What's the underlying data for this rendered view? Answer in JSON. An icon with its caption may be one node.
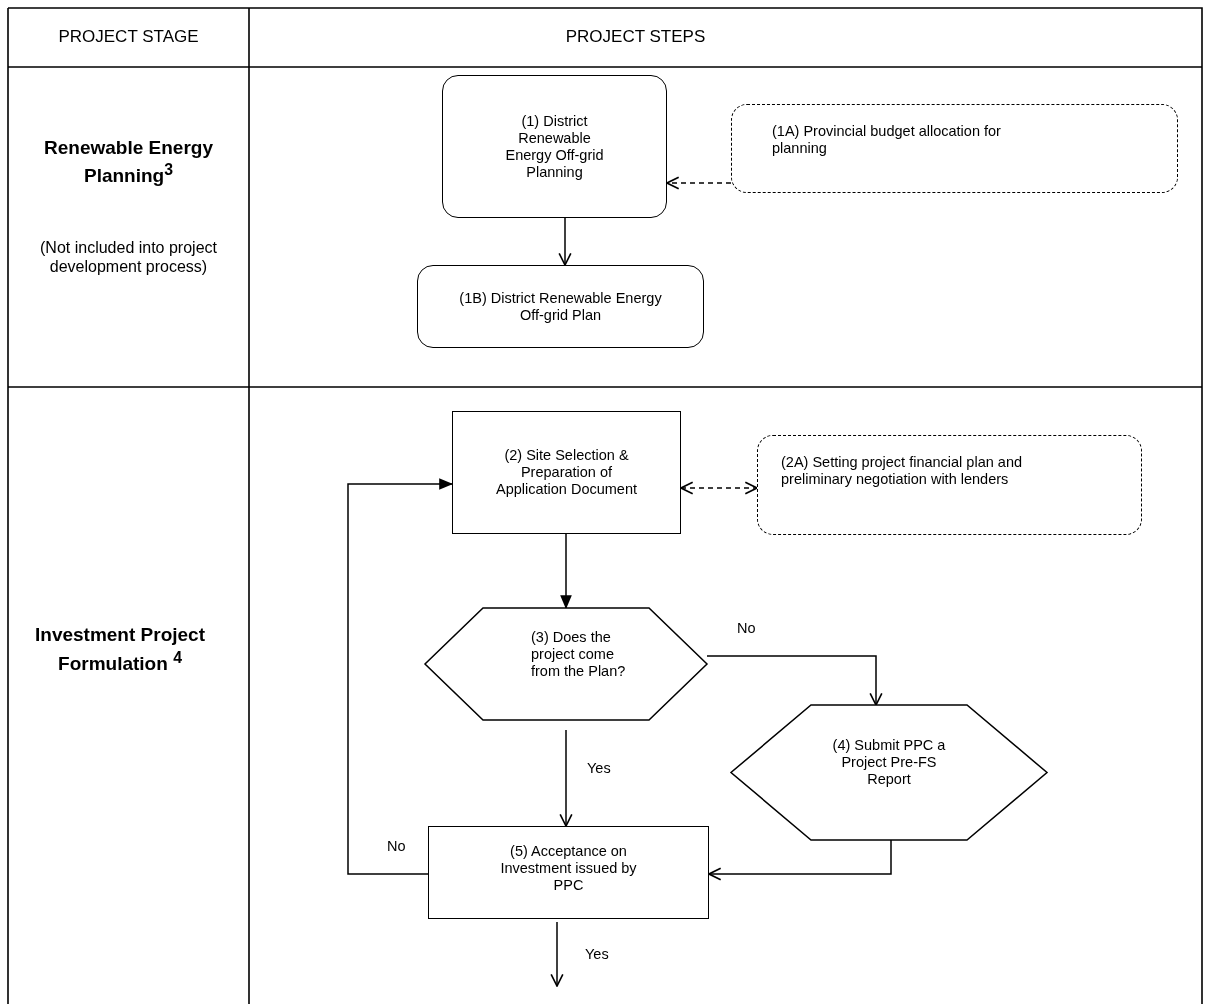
{
  "diagram": {
    "nodes": [
      {
        "text": [
          "(1) District Renewable Energy Off-grid Planning"
        ]
      },
      {
        "text": [
          "(1A) Provincial budget allocation for planning"
        ]
      },
      {
        "text": [
          "(1B) District Renewable Energy Off-grid Plan"
        ]
      },
      {
        "text": [
          "(2) Site Selection & Preparation of Application Document"
        ]
      },
      {
        "text": [
          "(2A) Setting project financial plan and preliminary negotiation with lenders"
        ]
      },
      {
        "text": [
          "(3) Does the project come from the Plan?"
        ]
      },
      {
        "text": [
          "(4) Submit PPC a Project Pre-FS Report"
        ]
      },
      {
        "text": [
          "(5) Acceptance on Investment issued by PPC"
        ]
      }
    ],
    "edges": [
      {
        "from": 1,
        "to": 0,
        "arrow": "to",
        "style": "dashed"
      },
      {
        "from": 0,
        "to": 2,
        "arrow": "to"
      },
      {
        "from": 3,
        "to": 4,
        "arrow": "both",
        "style": "dashed"
      },
      {
        "from": 3,
        "to": 5,
        "arrow": "to"
      },
      {
        "from": 5,
        "to": 6,
        "arrow": "to",
        "label": "No"
      },
      {
        "from": 5,
        "to": 7,
        "arrow": "to",
        "label": "Yes"
      },
      {
        "from": 6,
        "to": 7,
        "arrow": "to"
      },
      {
        "from": 7,
        "to": 3,
        "arrow": "to",
        "label": "No"
      },
      {
        "from": 7,
        "to": null,
        "arrow": "to",
        "label": "Yes"
      }
    ],
    "labels": [
      "PROJECT STAGE",
      "PROJECT STEPS",
      "Renewable Energy Planning$^{3}$",
      "(Not included into project development process)",
      "Investment Project Formulation $^{4}$"
    ]
  }
}
